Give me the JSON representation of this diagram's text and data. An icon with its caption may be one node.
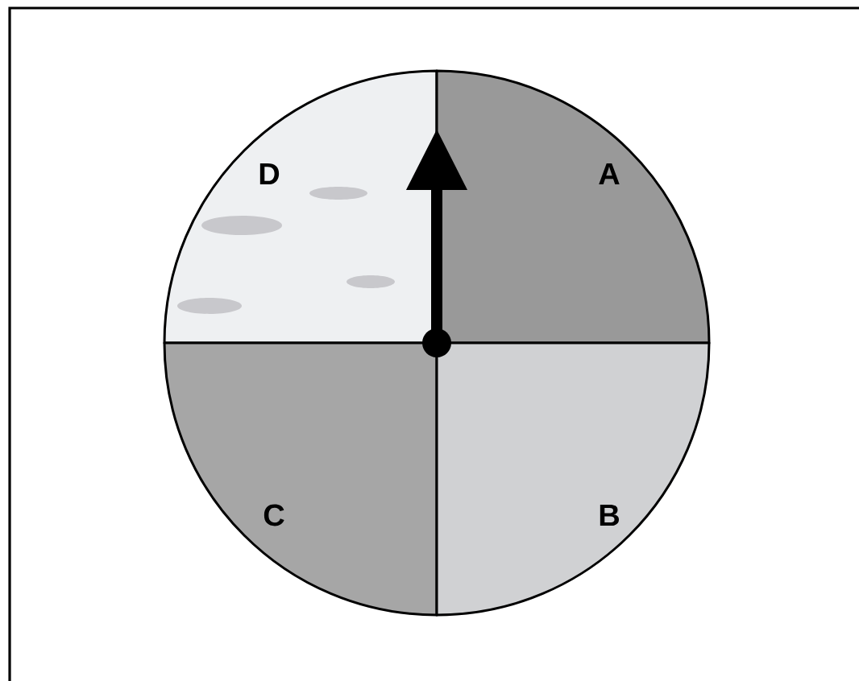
{
  "diagram": {
    "nodes": [
      {
        "text": [
          "D"
        ]
      },
      {
        "text": [
          "A"
        ]
      },
      {
        "text": [
          "C"
        ]
      },
      {
        "text": [
          "B"
        ]
      }
    ]
  }
}
